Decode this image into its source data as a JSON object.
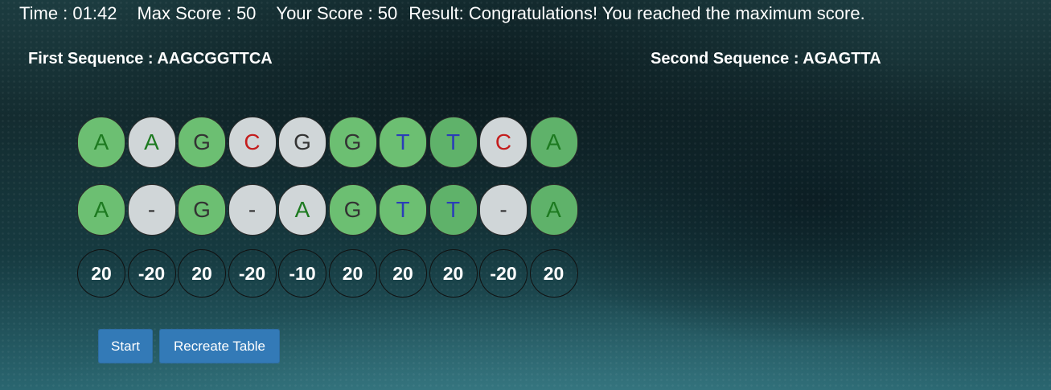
{
  "status": {
    "time": "Time : 01:42",
    "max_score": "Max Score : 50",
    "your_score": "Your Score : 50",
    "result": "Result: Congratulations! You reached the maximum score."
  },
  "sequences": {
    "first": "First Sequence : AAGCGGTTCA",
    "second": "Second Sequence : AGAGTTA"
  },
  "alignment": {
    "row_top": [
      "A",
      "A",
      "G",
      "C",
      "G",
      "G",
      "T",
      "T",
      "C",
      "A"
    ],
    "row_bottom": [
      "A",
      "-",
      "G",
      "-",
      "A",
      "G",
      "T",
      "T",
      "-",
      "A"
    ],
    "scores": [
      "20",
      "-20",
      "20",
      "-20",
      "-10",
      "20",
      "20",
      "20",
      "-20",
      "20"
    ]
  },
  "buttons": {
    "start": "Start",
    "recreate": "Recreate Table"
  },
  "colors": {
    "match_cell": "#6cbf72",
    "neutral_cell": "#d0d6d8",
    "letter_A": "#1d7a20",
    "letter_C": "#c41d1d",
    "letter_T": "#2a3db8",
    "letter_G": "#333333",
    "button": "#337ab7"
  }
}
